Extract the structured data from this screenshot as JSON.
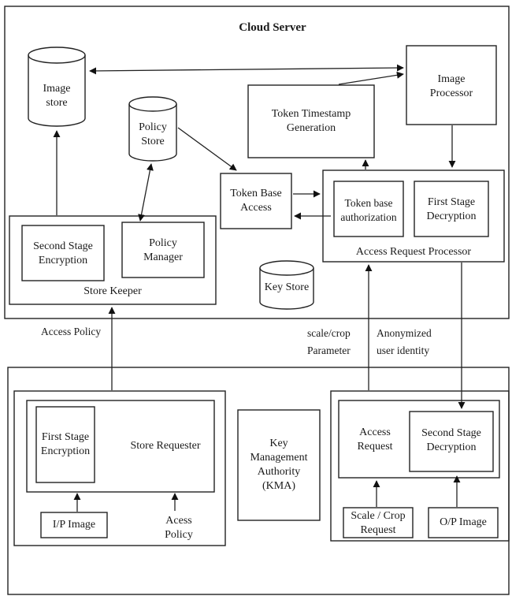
{
  "cloud": {
    "title": "Cloud Server",
    "image_store": [
      "Image",
      "store"
    ],
    "policy_store": [
      "Policy",
      "Store"
    ],
    "token_timestamp": [
      "Token Timestamp",
      "Generation"
    ],
    "image_processor": [
      "Image",
      "Processor"
    ],
    "token_base_access": [
      "Token Base",
      "Access"
    ],
    "token_base_auth": [
      "Token base",
      "authorization"
    ],
    "first_stage_decryption": [
      "First Stage",
      "Decryption"
    ],
    "access_request_processor": "Access Request Processor",
    "second_stage_encryption": [
      "Second Stage",
      "Encryption"
    ],
    "policy_manager": [
      "Policy",
      "Manager"
    ],
    "store_keeper": "Store Keeper",
    "key_store": "Key Store"
  },
  "links": {
    "access_policy": "Access Policy",
    "scale_crop": [
      "scale/crop",
      "Parameter"
    ],
    "anonymized": [
      "Anonymized",
      "user identity"
    ]
  },
  "client": {
    "first_stage_encryption": [
      "First Stage",
      "Encryption"
    ],
    "store_requester": "Store Requester",
    "ip_image": "I/P Image",
    "acess_policy": [
      "Acess",
      "Policy"
    ],
    "kma": [
      "Key",
      "Management",
      "Authority",
      "(KMA)"
    ],
    "access_request": [
      "Access",
      "Request"
    ],
    "second_stage_decryption": [
      "Second Stage",
      "Decryption"
    ],
    "scale_crop_request": [
      "Scale / Crop",
      "Request"
    ],
    "op_image": "O/P Image"
  }
}
